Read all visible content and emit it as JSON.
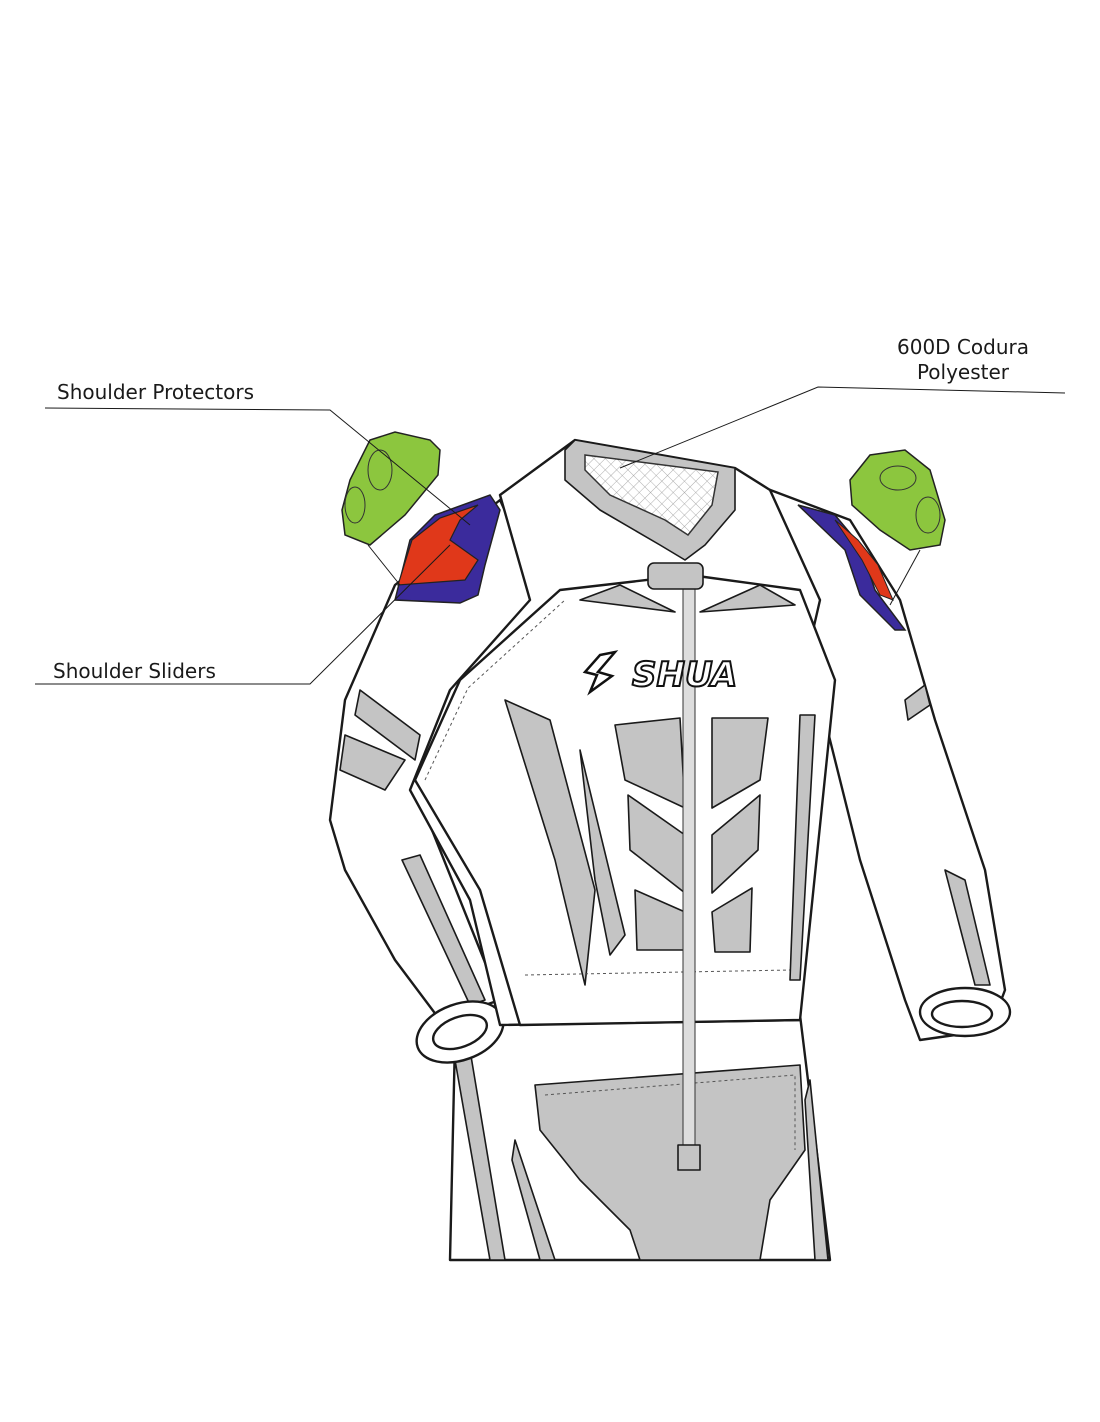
{
  "labels": {
    "shoulder_protectors": "Shoulder Protectors",
    "shoulder_sliders": "Shoulder Sliders",
    "material_line1": "600D Codura",
    "material_line2": "Polyester"
  },
  "logo_text": "SHUA",
  "colors": {
    "protector": "#8cc63e",
    "slider_red": "#e0381a",
    "slider_blue": "#3b2b9c",
    "panel_gray": "#c4c4c4"
  }
}
